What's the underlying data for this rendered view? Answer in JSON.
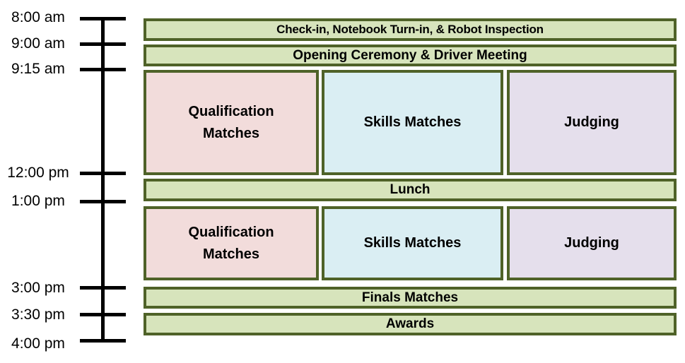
{
  "timeline": {
    "times": [
      "8:00 am",
      "9:00 am",
      "9:15 am",
      "12:00 pm",
      "1:00 pm",
      "3:00 pm",
      "3:30 pm",
      "4:00 pm"
    ]
  },
  "events": [
    {
      "label": "Check-in, Notebook Turn-in, & Robot Inspection",
      "start": "8:00 am",
      "end": "9:00 am",
      "color": "#d7e4bc"
    },
    {
      "label": "Opening Ceremony & Driver Meeting",
      "start": "9:00 am",
      "end": "9:15 am",
      "color": "#d7e4bc"
    },
    {
      "label": "Qualification\nMatches",
      "start": "9:15 am",
      "end": "12:00 pm",
      "color": "#f2dcdb"
    },
    {
      "label": "Skills Matches",
      "start": "9:15 am",
      "end": "12:00 pm",
      "color": "#daeef3"
    },
    {
      "label": "Judging",
      "start": "9:15 am",
      "end": "12:00 pm",
      "color": "#e5dfec"
    },
    {
      "label": "Lunch",
      "start": "12:00 pm",
      "end": "1:00 pm",
      "color": "#d7e4bc"
    },
    {
      "label": "Qualification\nMatches",
      "start": "1:00 pm",
      "end": "3:00 pm",
      "color": "#f2dcdb"
    },
    {
      "label": "Skills Matches",
      "start": "1:00 pm",
      "end": "3:00 pm",
      "color": "#daeef3"
    },
    {
      "label": "Judging",
      "start": "1:00 pm",
      "end": "3:00 pm",
      "color": "#e5dfec"
    },
    {
      "label": "Finals Matches",
      "start": "3:00 pm",
      "end": "3:30 pm",
      "color": "#d7e4bc"
    },
    {
      "label": "Awards",
      "start": "3:30 pm",
      "end": "4:00 pm",
      "color": "#d7e4bc"
    }
  ],
  "colors": {
    "bar_green": "#d7e4bc",
    "block_pink": "#f2dcdb",
    "block_blue": "#daeef3",
    "block_purple": "#e5dfec",
    "border_olive": "#4f6228",
    "timeline": "#000000",
    "text": "#000000",
    "background": "#ffffff"
  }
}
